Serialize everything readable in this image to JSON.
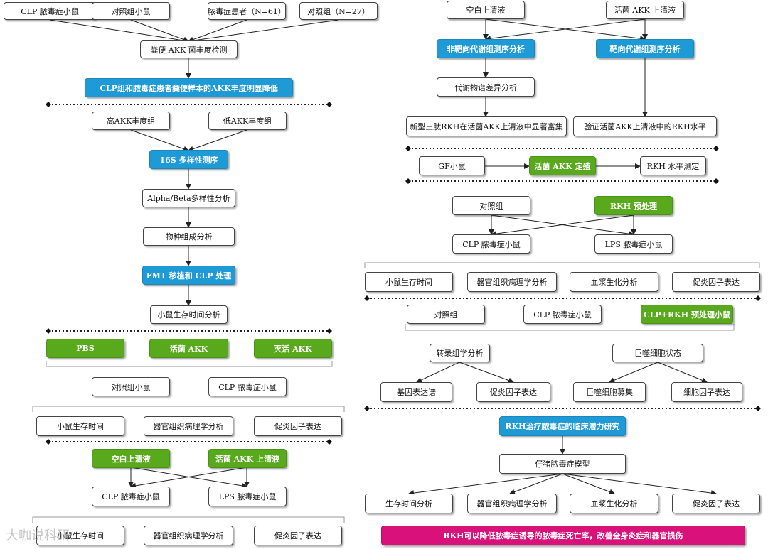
{
  "nodes": {
    "clp_mouse": "CLP 脓毒症小鼠",
    "ctrl_mouse_1": "对照组小鼠",
    "sepsis_pt": "脓毒症患者（N=61）",
    "ctrl_27": "对照组（N=27）",
    "feces_akk": "粪便 AKK 菌丰度检测",
    "akk_result": "CLP组和脓毒症患者粪便样本的AKK丰度明显降低",
    "high_akk": "高AKK丰度组",
    "low_akk": "低AKK丰度组",
    "seq16s": "16S 多样性测序",
    "alpha_beta": "Alpha/Beta多样性分析",
    "species": "物种组成分析",
    "fmt": "FMT 移植和 CLP 处理",
    "survival_1": "小鼠生存时间分析",
    "pbs": "PBS",
    "live_akk": "活菌 AKK",
    "dead_akk": "灭活 AKK",
    "ctrl_mouse_2": "对照组小鼠",
    "clp_mouse_2": "CLP 脓毒症小鼠",
    "surv_time_1": "小鼠生存时间",
    "histo_1": "器官组织病理学分析",
    "inflam_1": "促炎因子表达",
    "blank_sup_1": "空白上清液",
    "live_sup_1": "活菌 AKK 上清液",
    "clp_mouse_3": "CLP 脓毒症小鼠",
    "lps_mouse_1": "LPS 脓毒症小鼠",
    "surv_time_2": "小鼠生存时间",
    "histo_2": "器官组织病理学分析",
    "inflam_2": "促炎因子表达",
    "blank_sup_2": "空白上清液",
    "live_sup_2": "活菌 AKK 上清液",
    "untargeted": "非靶向代谢组测序分析",
    "targeted": "靶向代谢组测序分析",
    "metab_diff": "代谢物谱差异分析",
    "rkh_enrich": "新型三肽RKH在活菌AKK上清液中显著富集",
    "rkh_verify": "验证活菌AKK上清液中的RKH水平",
    "gf_mouse": "GF小鼠",
    "akk_colon": "活菌 AKK 定殖",
    "rkh_measure": "RKH 水平测定",
    "ctrl_group_1": "对照组",
    "rkh_pre": "RKH 预处理",
    "clp_mouse_4": "CLP 脓毒症小鼠",
    "lps_mouse_2": "LPS 脓毒症小鼠",
    "surv_time_3": "小鼠生存时间",
    "histo_3": "器官组织病理学分析",
    "plasma_1": "血浆生化分析",
    "inflam_3": "促炎因子表达",
    "ctrl_group_2": "对照组",
    "clp_mouse_5": "CLP 脓毒症小鼠",
    "clp_rkh": "CLP+RKH 预处理小鼠",
    "transcript": "转录组学分析",
    "macro_state": "巨噬细胞状态",
    "gene_expr": "基因表达谱",
    "inflam_4": "促炎因子表达",
    "macro_recruit": "巨噬细胞募集",
    "cytokine": "细胞因子表达",
    "rkh_clinical": "RKH治疗脓毒症的临床潜力研究",
    "piglet": "仔猪脓毒症模型",
    "surv_analysis": "生存时间分析",
    "histo_4": "器官组织病理学分析",
    "plasma_2": "血浆生化分析",
    "inflam_5": "促炎因子表达",
    "conclusion": "RKH可以降低脓毒症诱导的脓毒症死亡率，改善全身炎症和器官损伤"
  },
  "colors": {
    "blue": "#1e9ad6",
    "green": "#58a91c",
    "pink": "#d9117b",
    "edge": "#222222"
  },
  "watermark": "大咖说科研"
}
